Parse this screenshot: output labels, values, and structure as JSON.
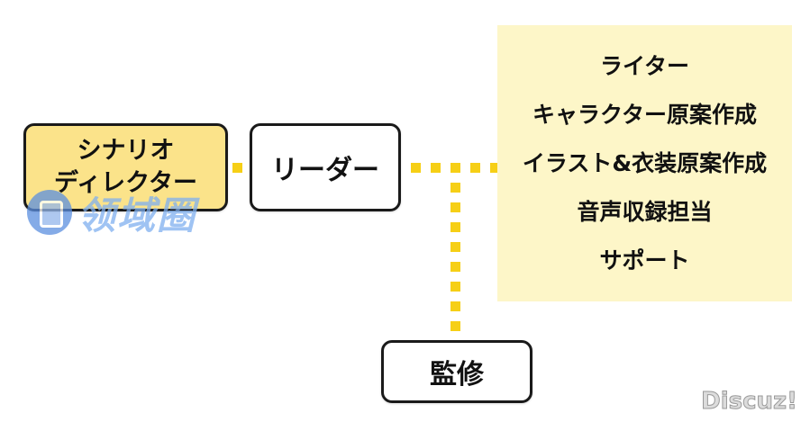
{
  "diagram": {
    "nodes": {
      "director": {
        "lines": [
          "シナリオ",
          "ディレクター"
        ]
      },
      "leader": {
        "label": "リーダー"
      },
      "supervision": {
        "label": "監修"
      }
    },
    "roles_panel": {
      "items": [
        "ライター",
        "キャラクター原案作成",
        "イラスト&衣装原案作成",
        "音声収録担当",
        "サポート"
      ]
    },
    "connector_color": "#f6cf16",
    "director_fill": "#fbe38a",
    "panel_fill": "#fdf6c8"
  },
  "watermarks": {
    "site_logo_text": "领域圈",
    "forum_brand": "Discuz!"
  }
}
